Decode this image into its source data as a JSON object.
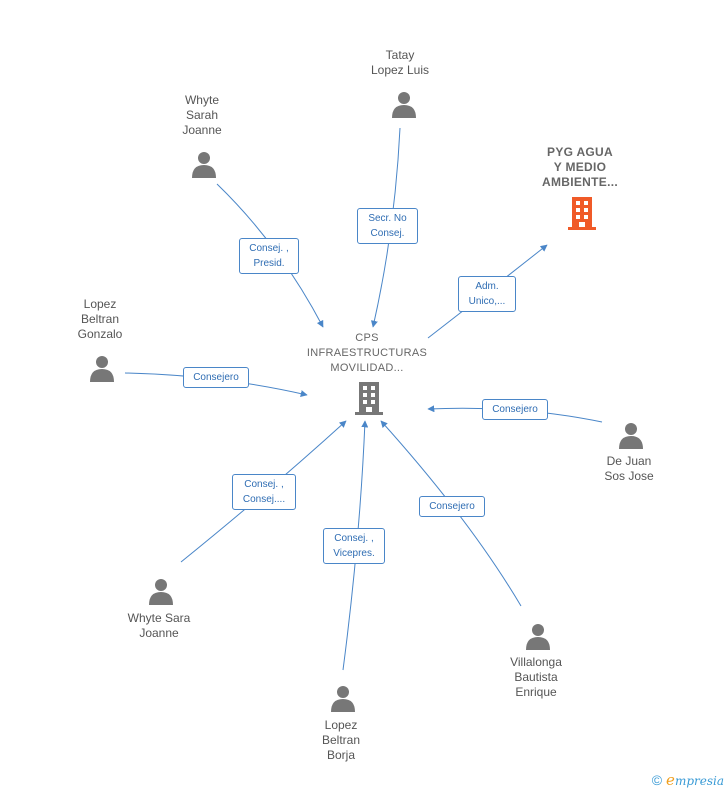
{
  "colors": {
    "edge": "#4a86c8",
    "person": "#777777",
    "main_company": "#777777",
    "related_company": "#f05a28"
  },
  "center": {
    "name": "CPS\nINFRAESTRUCTURAS\nMOVILIDAD..."
  },
  "company": {
    "name": "PYG AGUA\nY MEDIO\nAMBIENTE..."
  },
  "people": [
    {
      "id": "tatay",
      "name": "Tatay\nLopez Luis",
      "role": "Secr.  No\nConsej."
    },
    {
      "id": "whyte-sarah-joanne",
      "name": "Whyte\nSarah\nJoanne",
      "role": "Consej. ,\nPresid."
    },
    {
      "id": "lopez-beltran-gonzalo",
      "name": "Lopez\nBeltran\nGonzalo",
      "role": "Consejero"
    },
    {
      "id": "de-juan",
      "name": "De Juan\nSos Jose",
      "role": "Consejero"
    },
    {
      "id": "whyte-sara-joanne",
      "name": "Whyte Sara\nJoanne",
      "role": "Consej. ,\nConsej...."
    },
    {
      "id": "lopez-beltran-borja",
      "name": "Lopez\nBeltran\nBorja",
      "role": "Consej. ,\nVicepres."
    },
    {
      "id": "villalonga",
      "name": "Villalonga\nBautista\nEnrique",
      "role": "Consejero"
    }
  ],
  "company_role": "Adm.\nUnico,...",
  "footer": {
    "copyright": "©",
    "brand_initial": "e",
    "brand_rest": "mpresia"
  }
}
